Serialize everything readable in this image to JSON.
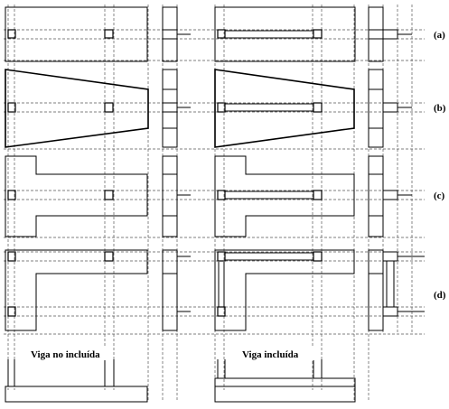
{
  "rows": [
    {
      "id": "a",
      "label": "(a)"
    },
    {
      "id": "b",
      "label": "(b)"
    },
    {
      "id": "c",
      "label": "(c)"
    },
    {
      "id": "d",
      "label": "(d)"
    }
  ],
  "captions": {
    "left": "Viga no incluída",
    "right": "Viga incluída"
  }
}
